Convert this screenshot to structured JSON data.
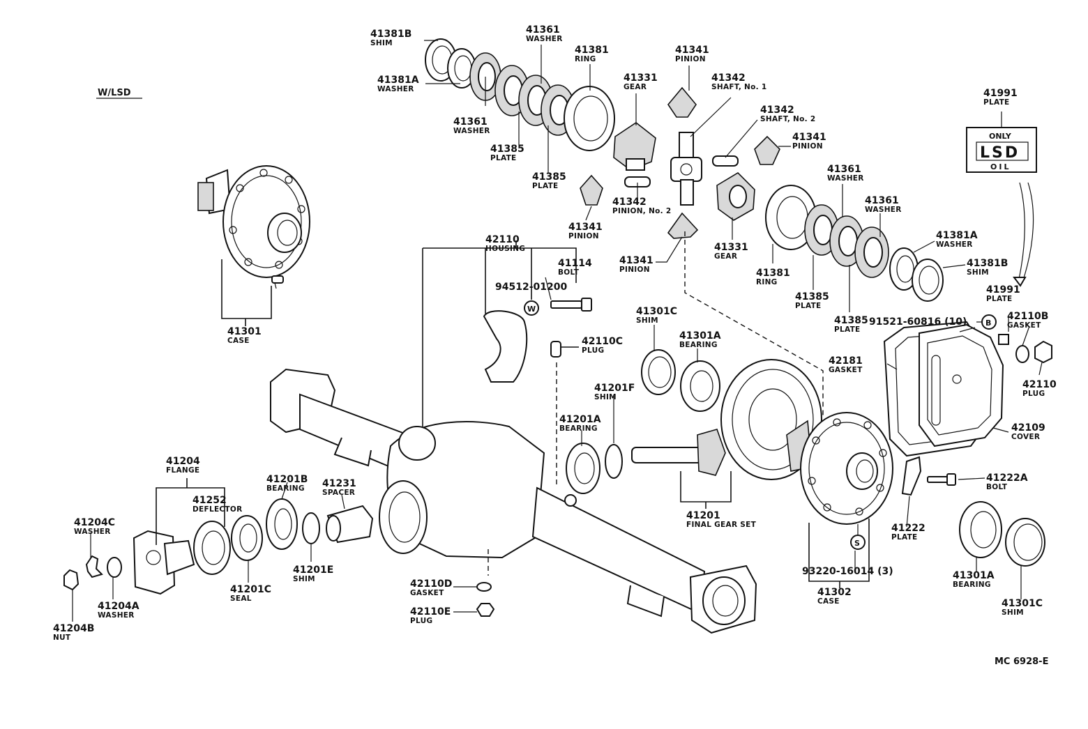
{
  "header": {
    "variant": "W/LSD"
  },
  "plate_sign": {
    "top": "ONLY",
    "middle": "LSD",
    "bottom": "OIL"
  },
  "markers": {
    "w": "W",
    "b": "B",
    "s": "S"
  },
  "footer": {
    "diagram_code": "MC 6928-E"
  },
  "callouts": [
    {
      "id": "41381B-top",
      "number": "41381B",
      "name": "SHIM"
    },
    {
      "id": "41361-top",
      "number": "41361",
      "name": "WASHER"
    },
    {
      "id": "41381-top",
      "number": "41381",
      "name": "RING"
    },
    {
      "id": "41381A-top",
      "number": "41381A",
      "name": "WASHER"
    },
    {
      "id": "41361-mid",
      "number": "41361",
      "name": "WASHER"
    },
    {
      "id": "41385-a",
      "number": "41385",
      "name": "PLATE"
    },
    {
      "id": "41385-b",
      "number": "41385",
      "name": "PLATE"
    },
    {
      "id": "41331-top",
      "number": "41331",
      "name": "GEAR"
    },
    {
      "id": "41341-top",
      "number": "41341",
      "name": "PINION"
    },
    {
      "id": "41342-shaft1",
      "number": "41342",
      "name": "SHAFT, No. 1"
    },
    {
      "id": "41342-shaft2",
      "number": "41342",
      "name": "SHAFT, No. 2"
    },
    {
      "id": "41341-right",
      "number": "41341",
      "name": "PINION"
    },
    {
      "id": "41342-pinion2",
      "number": "41342",
      "name": "PINION, No. 2"
    },
    {
      "id": "41341-left",
      "number": "41341",
      "name": "PINION"
    },
    {
      "id": "41341-lower",
      "number": "41341",
      "name": "PINION"
    },
    {
      "id": "41331-right",
      "number": "41331",
      "name": "GEAR"
    },
    {
      "id": "41381-right",
      "number": "41381",
      "name": "RING"
    },
    {
      "id": "41385-c",
      "number": "41385",
      "name": "PLATE"
    },
    {
      "id": "41385-d",
      "number": "41385",
      "name": "PLATE"
    },
    {
      "id": "41361-r1",
      "number": "41361",
      "name": "WASHER"
    },
    {
      "id": "41361-r2",
      "number": "41361",
      "name": "WASHER"
    },
    {
      "id": "41381A-right",
      "number": "41381A",
      "name": "WASHER"
    },
    {
      "id": "41381B-right",
      "number": "41381B",
      "name": "SHIM"
    },
    {
      "id": "41991-top",
      "number": "41991",
      "name": "PLATE"
    },
    {
      "id": "41991-low",
      "number": "41991",
      "name": "PLATE"
    },
    {
      "id": "91521",
      "number": "91521-60816 (10)",
      "name": ""
    },
    {
      "id": "42110B",
      "number": "42110B",
      "name": "GASKET"
    },
    {
      "id": "42110",
      "number": "42110",
      "name": "PLUG"
    },
    {
      "id": "42181",
      "number": "42181",
      "name": "GASKET"
    },
    {
      "id": "42109",
      "number": "42109",
      "name": "COVER"
    },
    {
      "id": "41301",
      "number": "41301",
      "name": "CASE"
    },
    {
      "id": "42110-housing",
      "number": "42110",
      "name": "HOUSING"
    },
    {
      "id": "41114",
      "number": "41114",
      "name": "BOLT"
    },
    {
      "id": "94512",
      "number": "94512-01200",
      "name": ""
    },
    {
      "id": "42110C",
      "number": "42110C",
      "name": "PLUG"
    },
    {
      "id": "41301C-top",
      "number": "41301C",
      "name": "SHIM"
    },
    {
      "id": "41301A-top",
      "number": "41301A",
      "name": "BEARING"
    },
    {
      "id": "41201F",
      "number": "41201F",
      "name": "SHIM"
    },
    {
      "id": "41201A",
      "number": "41201A",
      "name": "BEARING"
    },
    {
      "id": "41201",
      "number": "41201",
      "name": "FINAL GEAR SET"
    },
    {
      "id": "41222A",
      "number": "41222A",
      "name": "BOLT"
    },
    {
      "id": "41222",
      "number": "41222",
      "name": "PLATE"
    },
    {
      "id": "93220",
      "number": "93220-16014 (3)",
      "name": ""
    },
    {
      "id": "41302",
      "number": "41302",
      "name": "CASE"
    },
    {
      "id": "41301A-low",
      "number": "41301A",
      "name": "BEARING"
    },
    {
      "id": "41301C-low",
      "number": "41301C",
      "name": "SHIM"
    },
    {
      "id": "41204",
      "number": "41204",
      "name": "FLANGE"
    },
    {
      "id": "41252",
      "number": "41252",
      "name": "DEFLECTOR"
    },
    {
      "id": "41201B",
      "number": "41201B",
      "name": "BEARING"
    },
    {
      "id": "41231",
      "number": "41231",
      "name": "SPACER"
    },
    {
      "id": "41204C",
      "number": "41204C",
      "name": "WASHER"
    },
    {
      "id": "41201E",
      "number": "41201E",
      "name": "SHIM"
    },
    {
      "id": "41201C",
      "number": "41201C",
      "name": "SEAL"
    },
    {
      "id": "41204A",
      "number": "41204A",
      "name": "WASHER"
    },
    {
      "id": "41204B",
      "number": "41204B",
      "name": "NUT"
    },
    {
      "id": "42110D",
      "number": "42110D",
      "name": "GASKET"
    },
    {
      "id": "42110E",
      "number": "42110E",
      "name": "PLUG"
    }
  ]
}
